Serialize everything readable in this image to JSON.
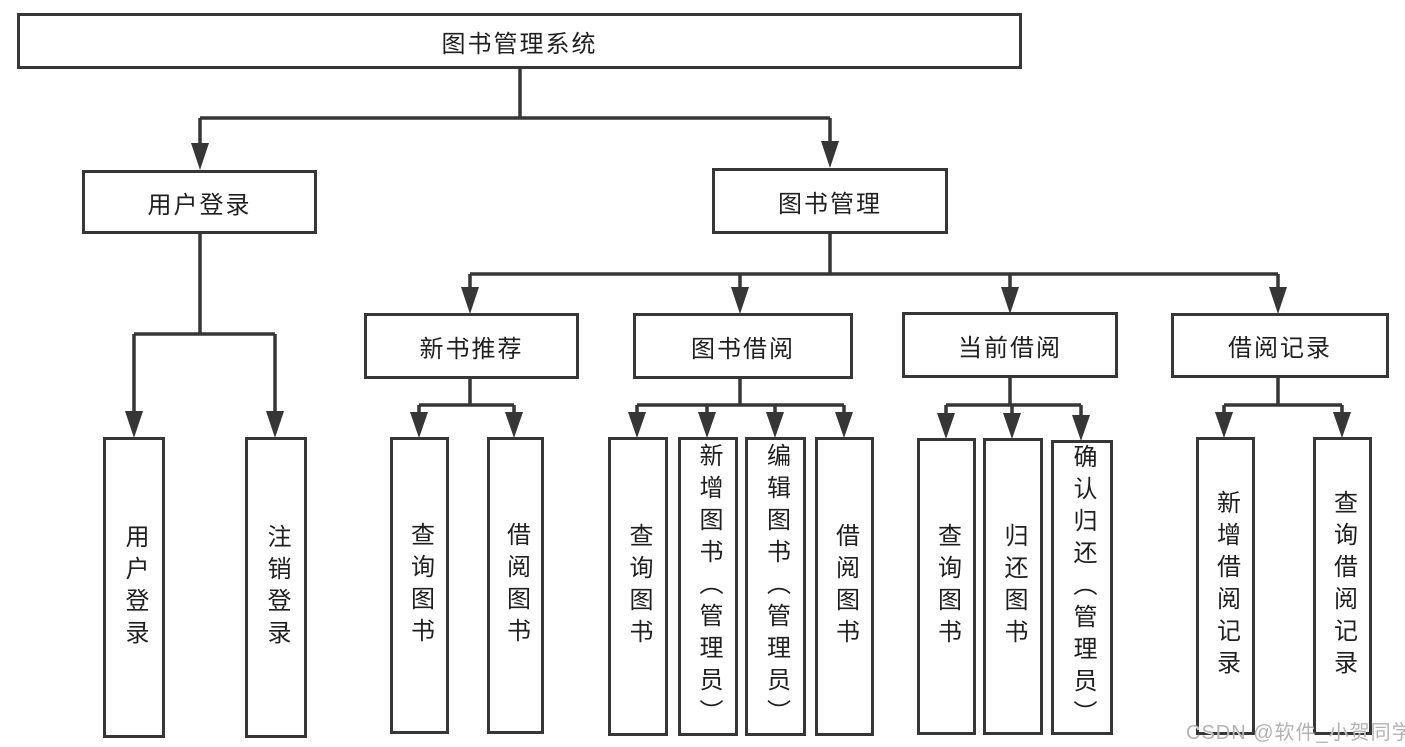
{
  "diagram_type": "hierarchy-tree",
  "tree": {
    "root": "图书管理系统",
    "branches": [
      {
        "label": "用户登录",
        "leaves": [
          "用户登录",
          "注销登录"
        ]
      },
      {
        "label": "图书管理",
        "groups": [
          {
            "label": "新书推荐",
            "leaves": [
              "查询图书",
              "借阅图书"
            ]
          },
          {
            "label": "图书借阅",
            "leaves": [
              "查询图书",
              "新增图书（管理员）",
              "编辑图书（管理员）",
              "借阅图书"
            ]
          },
          {
            "label": "当前借阅",
            "leaves": [
              "查询图书",
              "归还图书",
              "确认归还（管理员）"
            ]
          },
          {
            "label": "借阅记录",
            "leaves": [
              "新增借阅记录",
              "查询借阅记录"
            ]
          }
        ]
      }
    ]
  },
  "watermark": {
    "text": "CSDN @软件_小贺同学"
  },
  "colors": {
    "line": "#363636",
    "text": "#1f1f1f",
    "watermark": "#b3b3b3",
    "background": "#ffffff"
  }
}
